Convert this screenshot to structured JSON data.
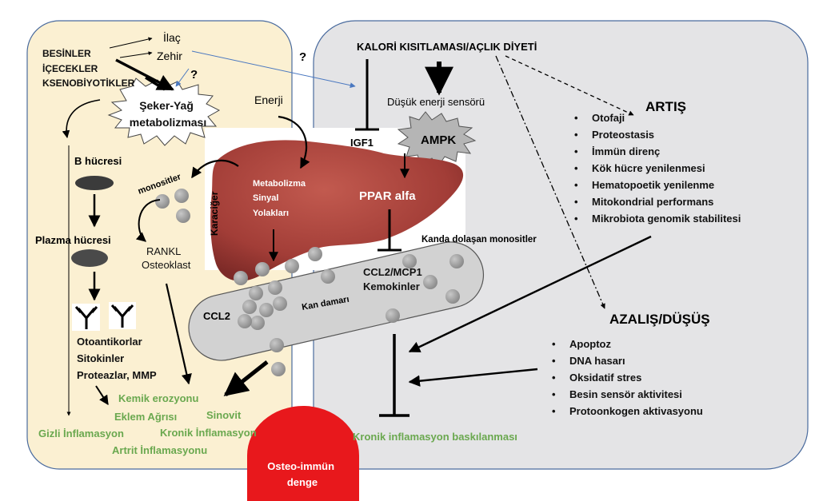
{
  "left_panel": {
    "inputs": [
      "BESİNLER",
      "İÇECEKLER",
      "KSENOBİYOTİKLER"
    ],
    "ilac": "İlaç",
    "zehir": "Zehir",
    "question1": "?",
    "question2": "?",
    "seker_yag": "Şeker-Yağ\nmetabolizması",
    "enerji": "Enerji",
    "b_hucresi": "B hücresi",
    "plazma_hucresi": "Plazma hücresi",
    "products": "Otoantikorlar\nSitokinler\nProteazlar,  MMP",
    "monositler": "monositler",
    "karaciger": "Karaciğer",
    "rankl": "RANKL\nOsteoklast",
    "outcomes": {
      "kemik_erozyonu": "Kemik erozyonu",
      "eklem_agrisi": "Eklem Ağrısı",
      "sinovit": "Sinovit",
      "kronik_inflamasyon": "Kronik  İnflamasyon",
      "gizli_inflamasyon": "Gizli İnflamasyon",
      "artrit_inflamasyonu": "Artrit  İnflamasyonu"
    }
  },
  "liver": {
    "metabolism_text": "Metabolizma\nSinyal\nYolakları",
    "ppar": "PPAR alfa"
  },
  "vessel": {
    "ccl2": "CCL2",
    "kan_damari": "Kan damarı",
    "ccl2_mcp1": "CCL2/MCP1\nKemokinler",
    "kanda_dolasan": "Kanda dolaşan monositler"
  },
  "right_panel": {
    "question3": "?",
    "kalori": "KALORİ KISITLAMASI/AÇLIK DİYETİ",
    "dusuk_enerji": "Düşük enerji sensörü",
    "ampk": "AMPK",
    "igf1": "IGF1",
    "artis_title": "ARTIŞ",
    "artis_items": [
      "Otofaji",
      "Proteostasis",
      "İmmün direnç",
      "Kök hücre yenilenmesi",
      "Hematopoetik yenilenme",
      "Mitokondrial  performans",
      "Mikrobiota genomik stabilitesi"
    ],
    "azalis_title": "AZALIŞ/DÜŞÜŞ",
    "azalis_items": [
      "Apoptoz",
      "DNA hasarı",
      "Oksidatif stres",
      "Besin sensör aktivitesi",
      "Protoonkogen  aktivasyonu"
    ],
    "kronik_baskilanma": "Kronik inflamasyon baskılanması"
  },
  "osteo_immun": "Osteo-immün\ndenge",
  "colors": {
    "left_panel_fill": "#fbf0d2",
    "right_panel_fill": "#e4e4e6",
    "panel_border": "#4a6b9e",
    "liver": "#a8423d",
    "vessel": "#cfcfcf",
    "cells": "#9a9a9a",
    "green_text": "#6aa84f",
    "osteo_red": "#e8181c"
  }
}
